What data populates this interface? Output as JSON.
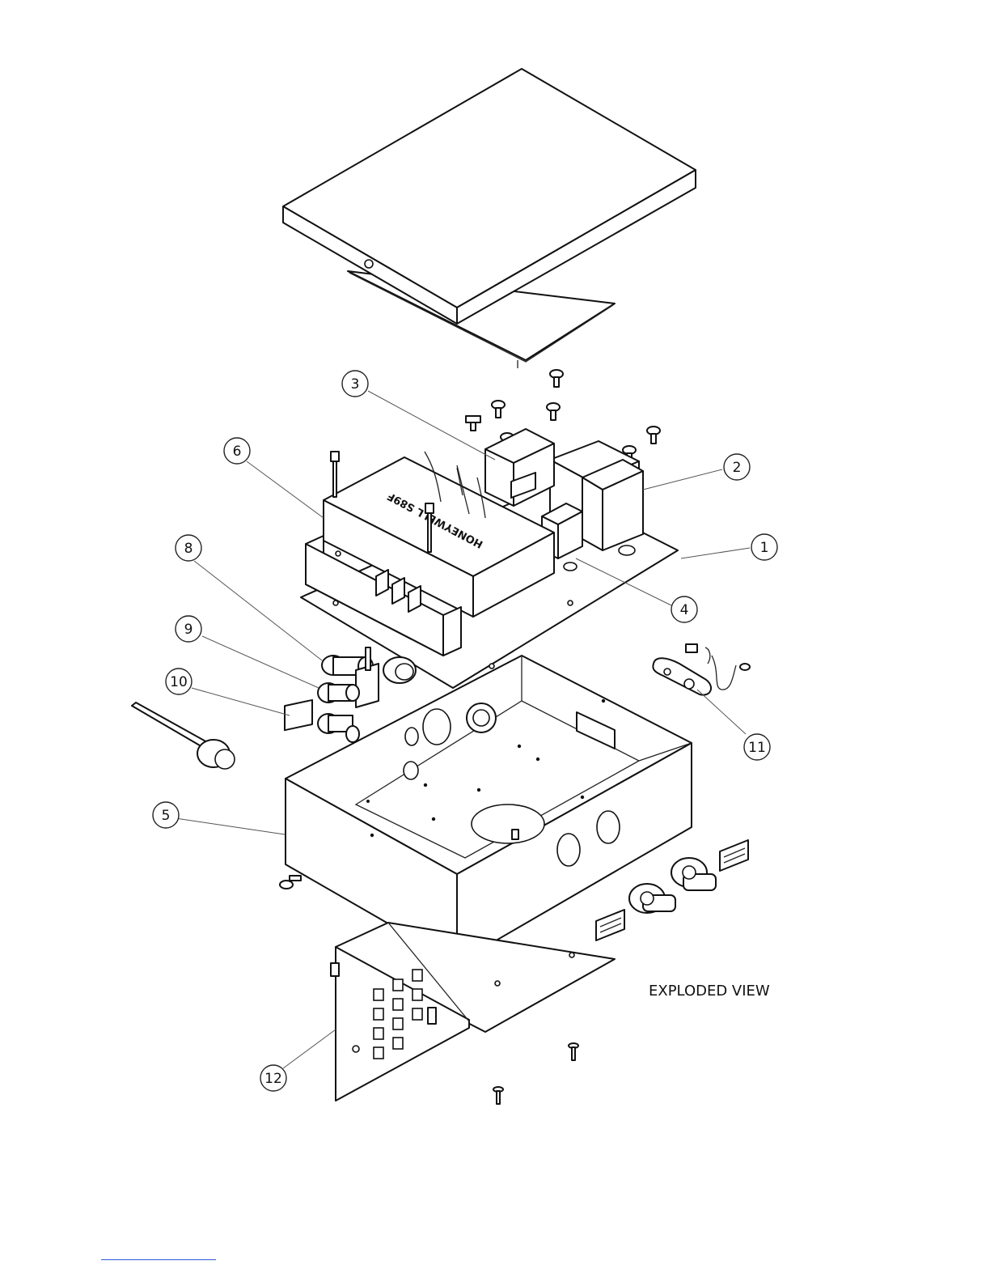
{
  "caption": "EXPLODED VIEW",
  "component_label": "HONEYWELL S89F",
  "callouts": [
    {
      "id": "c1",
      "label": "1"
    },
    {
      "id": "c2",
      "label": "2"
    },
    {
      "id": "c3",
      "label": "3"
    },
    {
      "id": "c4",
      "label": "4"
    },
    {
      "id": "c5",
      "label": "5"
    },
    {
      "id": "c6",
      "label": "6"
    },
    {
      "id": "c8",
      "label": "8"
    },
    {
      "id": "c9",
      "label": "9"
    },
    {
      "id": "c10",
      "label": "10"
    },
    {
      "id": "c11",
      "label": "11"
    },
    {
      "id": "c12",
      "label": "12"
    }
  ],
  "colors": {
    "line": "#111111",
    "background": "#ffffff",
    "footer_rule": "#2a5bd7"
  }
}
